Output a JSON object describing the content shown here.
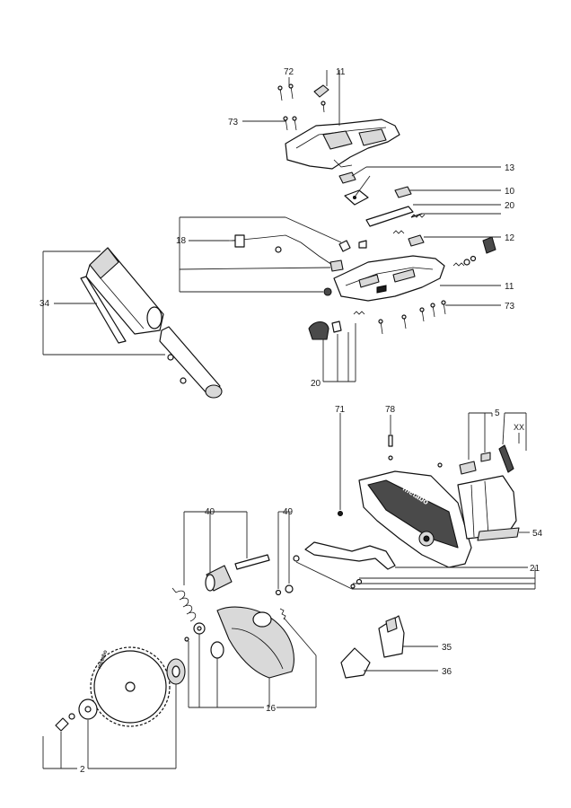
{
  "labels": {
    "p72": "72",
    "p11_top": "11",
    "p73_top": "73",
    "p13": "13",
    "p10": "10",
    "p20_right": "20",
    "p18": "18",
    "p12": "12",
    "p11_mid": "11",
    "p34": "34",
    "p73_mid": "73",
    "p20_left": "20",
    "p71": "71",
    "p78": "78",
    "p5": "5",
    "pxx": "XX",
    "p40": "40",
    "p49": "49",
    "p54": "54",
    "p21": "21",
    "p35": "35",
    "p36": "36",
    "p16": "16",
    "p2": "2"
  },
  "brand_text": "metabo"
}
